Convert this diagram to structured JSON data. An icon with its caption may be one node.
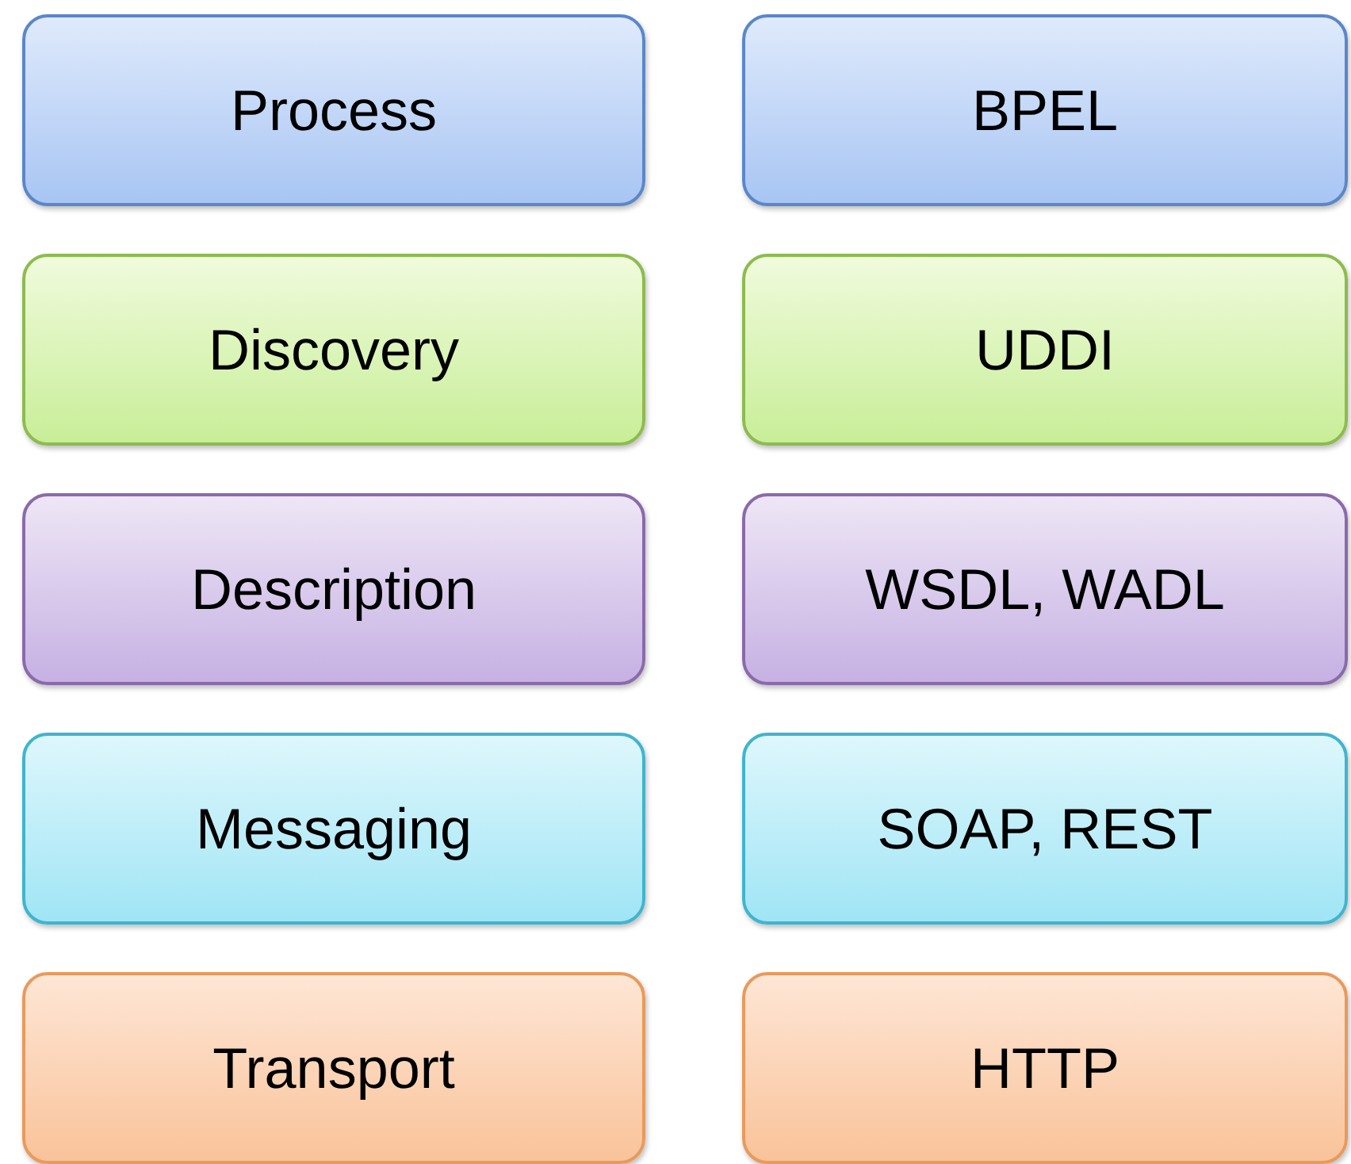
{
  "diagram": {
    "nodes": [
      {
        "text": [
          "Process"
        ]
      },
      {
        "text": [
          "BPEL"
        ]
      },
      {
        "text": [
          "Discovery"
        ]
      },
      {
        "text": [
          "UDDI"
        ]
      },
      {
        "text": [
          "Description"
        ]
      },
      {
        "text": [
          "WSDL, WADL"
        ]
      },
      {
        "text": [
          "Messaging"
        ]
      },
      {
        "text": [
          "SOAP, REST"
        ]
      },
      {
        "text": [
          "Transport"
        ]
      },
      {
        "text": [
          "HTTP"
        ]
      }
    ]
  }
}
